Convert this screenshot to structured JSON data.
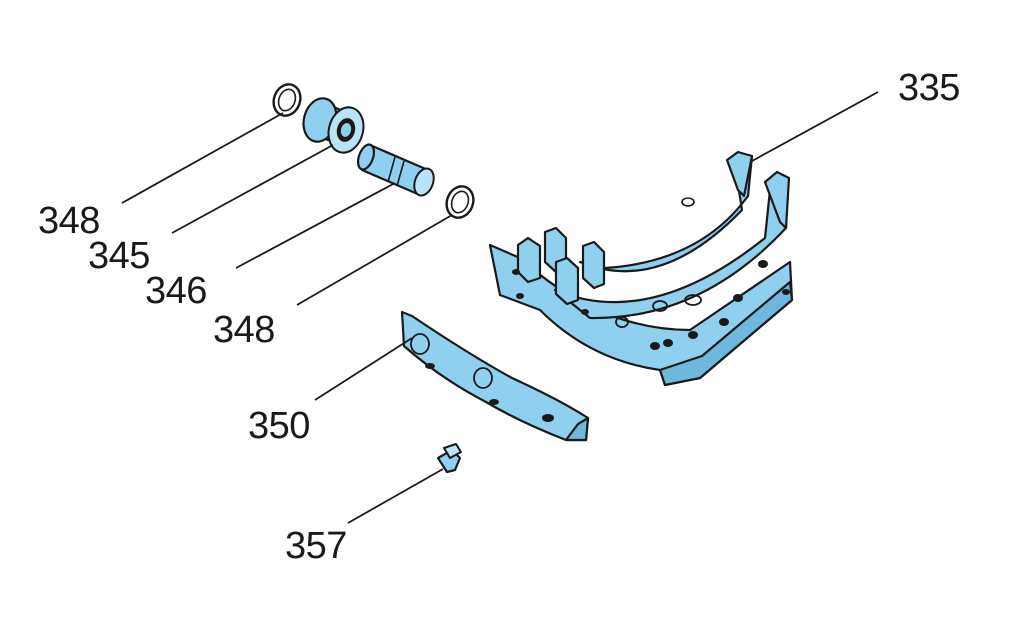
{
  "callouts": {
    "brake_shoe": "335",
    "bushing": "345",
    "pin": "346",
    "ring_upper": "348",
    "ring_lower": "348",
    "lining_block": "350",
    "rivet": "357"
  },
  "colors": {
    "part_fill": "#8fd0ef",
    "outline": "#1a1a1a",
    "background": "#ffffff"
  }
}
